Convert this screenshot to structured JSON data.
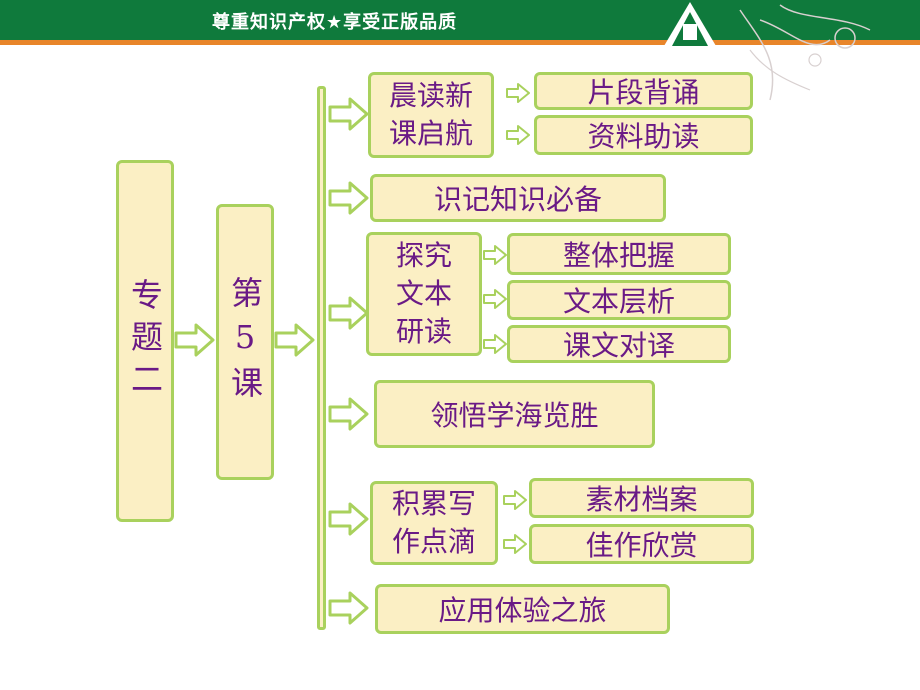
{
  "header": {
    "slogan": "尊重知识产权★享受正版品质",
    "colors": {
      "bar": "#0f7a3c",
      "strip": "#e8852a",
      "box_fill": "#fbefc4",
      "box_border": "#a9d15d",
      "text": "#6a1a86"
    }
  },
  "diagram": {
    "root": "专题二",
    "lesson": "第5课",
    "sections": [
      {
        "label": [
          "晨读新",
          "课启航"
        ],
        "children": [
          "片段背诵",
          "资料助读"
        ]
      },
      {
        "label": [
          "识记知识必备"
        ],
        "children": []
      },
      {
        "label": [
          "探究",
          "文本",
          "研读"
        ],
        "children": [
          "整体把握",
          "文本层析",
          "课文对译"
        ]
      },
      {
        "label": [
          "领悟学海览胜"
        ],
        "children": []
      },
      {
        "label": [
          "积累写",
          "作点滴"
        ],
        "children": [
          "素材档案",
          "佳作欣赏"
        ]
      },
      {
        "label": [
          "应用体验之旅"
        ],
        "children": []
      }
    ]
  }
}
